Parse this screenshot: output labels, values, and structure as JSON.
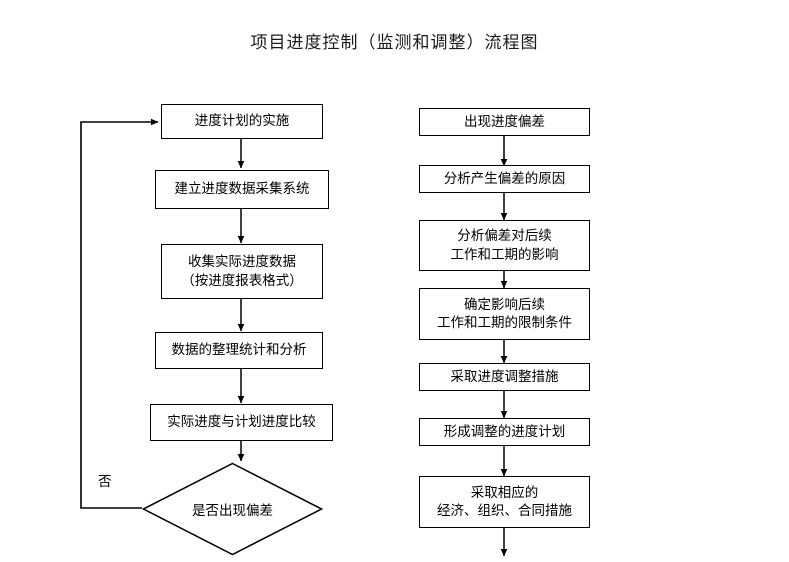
{
  "title": "项目进度控制（监测和调整）流程图",
  "colors": {
    "background": "#ffffff",
    "stroke": "#000000",
    "text": "#000000"
  },
  "left_column": {
    "nodes": [
      {
        "id": "l1",
        "type": "process",
        "line1": "进度计划的实施",
        "line2": ""
      },
      {
        "id": "l2",
        "type": "process",
        "line1": "建立进度数据采集系统",
        "line2": ""
      },
      {
        "id": "l3",
        "type": "process",
        "line1": "收集实际进度数据",
        "line2": "（按进度报表格式）"
      },
      {
        "id": "l4",
        "type": "process",
        "line1": "数据的整理统计和分析",
        "line2": ""
      },
      {
        "id": "l5",
        "type": "process",
        "line1": "实际进度与计划进度比较",
        "line2": ""
      },
      {
        "id": "l6",
        "type": "decision",
        "line1": "是否出现偏差",
        "line2": ""
      }
    ],
    "loop_label": "否"
  },
  "right_column": {
    "nodes": [
      {
        "id": "r1",
        "type": "process",
        "line1": "出现进度偏差",
        "line2": ""
      },
      {
        "id": "r2",
        "type": "process",
        "line1": "分析产生偏差的原因",
        "line2": ""
      },
      {
        "id": "r3",
        "type": "process",
        "line1": "分析偏差对后续",
        "line2": "工作和工期的影响"
      },
      {
        "id": "r4",
        "type": "process",
        "line1": "确定影响后续",
        "line2": "工作和工期的限制条件"
      },
      {
        "id": "r5",
        "type": "process",
        "line1": "采取进度调整措施",
        "line2": ""
      },
      {
        "id": "r6",
        "type": "process",
        "line1": "形成调整的进度计划",
        "line2": ""
      },
      {
        "id": "r7",
        "type": "process",
        "line1": "采取相应的",
        "line2": "经济、组织、合同措施"
      }
    ]
  }
}
